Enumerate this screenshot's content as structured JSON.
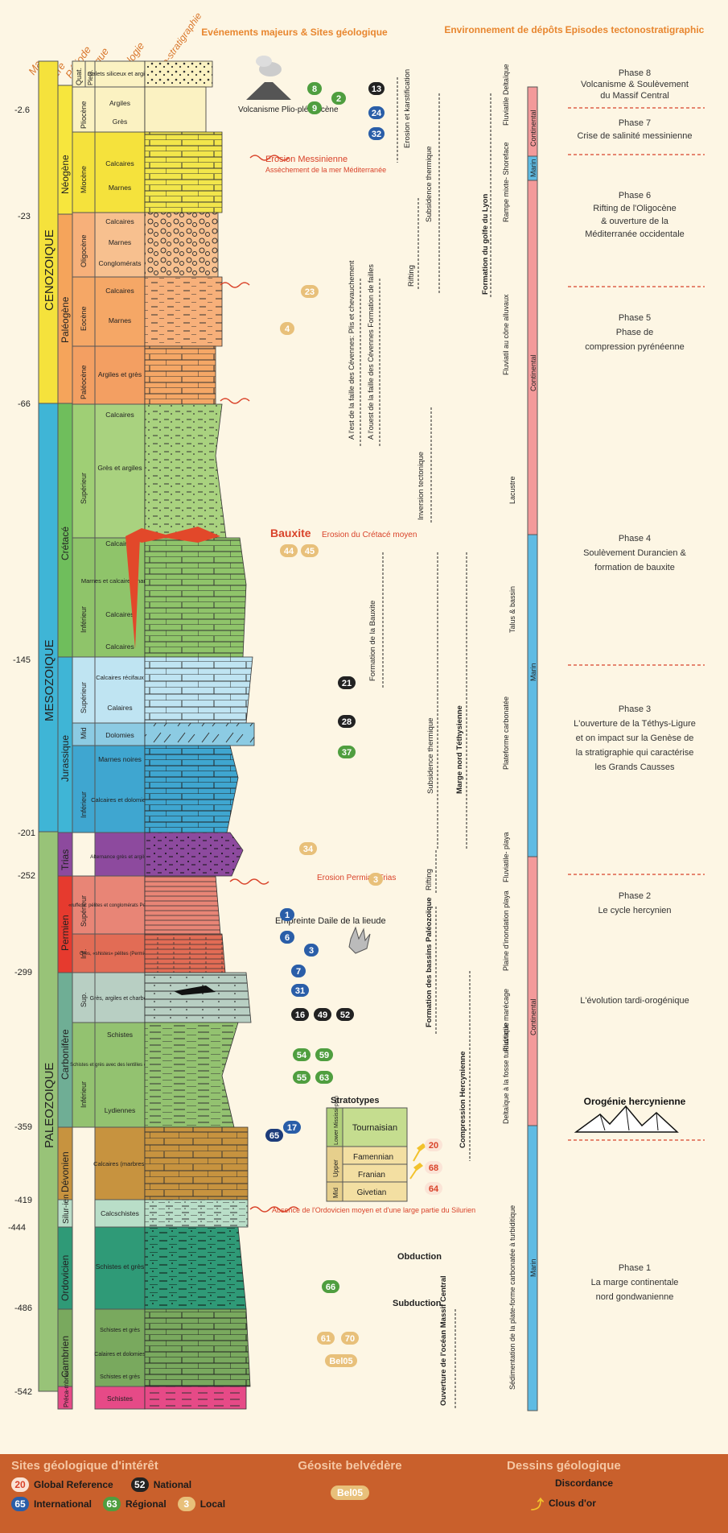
{
  "headers": {
    "ma": "Ma",
    "ere": "Ere",
    "periode": "Période",
    "epoque": "Epoque",
    "lithologie": "Lithologie",
    "litho_strat": "Litho-stratigraphie",
    "events_title": "Evénements majeurs & Sites géologique",
    "environment_title": "Environnement de dépôts",
    "episodes_title": "Episodes tectonostratigraphic"
  },
  "ages": [
    "-2.6",
    "-23",
    "-66",
    "-145",
    "-201",
    "-252",
    "-299",
    "-359",
    "-419",
    "-444",
    "-486",
    "-542"
  ],
  "eras": {
    "cenozoic": "CENOZOIQUE",
    "mesozoic": "MESOZOIQUE",
    "paleozoic": "PALEOZOIQUE"
  },
  "periods": {
    "neogene": "Néogène",
    "paleogene": "Paléogène",
    "cretace": "Crétacé",
    "jurassique": "Jurassique",
    "trias": "Trias",
    "permien": "Permien",
    "carbonifere": "Carbonifère",
    "devonien": "Dévonien",
    "silurien": "Silur-ien",
    "ordovicien": "Ordovicien",
    "cambrien": "Cambrien",
    "precambrien": "Préca-mbrien"
  },
  "epochs": {
    "quat": "Quat.",
    "pleis": "Pleis.",
    "pliocene": "Pliocène",
    "miocene": "Miocène",
    "oligocene": "Oligocène",
    "eocene": "Eocène",
    "paleocene": "Paléocène",
    "superieur": "Supérieur",
    "inferieur": "Inférieur",
    "mid": "Mid",
    "sup": "Sup.",
    "inf": "Inf."
  },
  "lithology": {
    "galets": "Galets siliceux et argiles",
    "argiles": "Argiles",
    "gres": "Grès",
    "calcaires": "Calcaires",
    "marnes": "Marnes",
    "conglomerats": "Conglomérats",
    "argiles_gres": "Argiles et grès",
    "gres_argiles": "Grès et argiles",
    "marnes_calcaires": "Marnes et calcaires marneux",
    "calcaires_recifaux": "Calcaires récifaux",
    "calaires": "Calaires",
    "dolomies": "Dolomies",
    "marnes_noires": "Marnes noires",
    "calcaires_dolomies": "Calcaires et dolomies",
    "alternance": "Alternance grès et argiles",
    "ruffes": "«ruffes»: pélites et conglomérats Permien rouge",
    "gres_shistes": "Grès, «shistes» pélites (Permien gris)",
    "gres_charbon": "Grès, argiles et charbon",
    "schistes": "Schistes",
    "schistes_gres_lentilles": "Schistes et grès avec des lentilles de calcaires",
    "lydiennes": "Lydiennes",
    "calcaires_marbres": "Calcaires (marbres)",
    "calcschistes": "Calcschistes",
    "schistes_gres": "Schistes et grès",
    "calaires_dolomies": "Calaires et dolomies",
    "schistes2": "Schistes"
  },
  "events": {
    "volcanisme": "Volcanisme Plio-pléistocène",
    "erosion_messinienne": "Erosion Messinienne",
    "assechement": "Assèchement de la mer Méditerranée",
    "bauxite": "Bauxite",
    "erosion_cretace": "Erosion du Crétacé moyen",
    "erosion_permien": "Erosion Permian Trias",
    "empreinte": "Empreinte Daile de la lieude",
    "absence": "Absence de l'Ordovicien moyen et d'une large partie du Silurien",
    "obduction": "Obduction",
    "subduction": "Subduction",
    "erosion_karst": "Erosion et karstification",
    "subsidence_lyon": "Subsidence thermique",
    "formation_lyon": "Formation du golfe du Lyon",
    "rifting_ol": "Rifting",
    "faille_est": "A l'est de la faille des Cévennes: Plis et chevauchement",
    "faille_ouest": "A l'ouest de la faille des Cévennes Formation de failles",
    "inversion": "Inversion tectonique",
    "formation_bauxite": "Formation de la Bauxite",
    "subsidence_meso": "Subsidence thermique",
    "marge": "Marge nord Téthysienne",
    "rifting_trias": "Rifting",
    "formation_bassins": "Formation des bassins Paléozoïque",
    "compression": "Compression Hercynienne",
    "ouverture": "Ouverture de l'océan Massif Central"
  },
  "stratotypes": {
    "title": "Stratotypes",
    "lower_miss": "Lower Mississi-pian",
    "upper": "Upper",
    "mid": "Mid",
    "tournaisian": "Tournaisian",
    "famennian": "Famennian",
    "franian": "Franian",
    "givetian": "Givetian"
  },
  "sites": {
    "green": [
      "8",
      "2",
      "9",
      "21",
      "28",
      "37",
      "54",
      "59",
      "55",
      "63",
      "66"
    ],
    "black": [
      "13",
      "16",
      "49",
      "52"
    ],
    "blue": [
      "24",
      "32",
      "1",
      "6",
      "3",
      "7",
      "31",
      "17",
      "65"
    ],
    "tan": [
      "23",
      "4",
      "44",
      "45",
      "34",
      "3",
      "61",
      "70"
    ],
    "red": [
      "20",
      "68",
      "64"
    ],
    "belvedere": "Bel05"
  },
  "environment": {
    "fluviatile_deltaique": "Fluviatile Deltaïque",
    "continental": "Continental",
    "marin": "Marin",
    "rampe": "Rampe mixte- Shoreface",
    "fluviatile_cone": "Fluviatil au cône alluvaux",
    "lacustre": "Lacustre",
    "talus": "Talus & bassin",
    "plateforme": "Plateforme carbonatée",
    "fluviatile_playa": "Fluviatile- playa",
    "plaine": "Plaine d'inondation playa",
    "fluviatile_marecage": "Fluviatile marécage",
    "deltaique": "Deltaïque à la fosse turbiditique",
    "sedimentation": "Sédimentation de la plate-forme carbonatée à turbiditique"
  },
  "phases": {
    "p8a": "Phase 8",
    "p8b": "Volcanisme & Soulèvement",
    "p8c": "du Massif Central",
    "p7a": "Phase 7",
    "p7b": "Crise de salinité messinienne",
    "p6a": "Phase 6",
    "p6b": "Rifting de l'Oligocène",
    "p6c": "& ouverture de la",
    "p6d": "Méditerranée occidentale",
    "p5a": "Phase 5",
    "p5b": "Phase de",
    "p5c": "compression pyrénéenne",
    "p4a": "Phase 4",
    "p4b": "Soulèvement Durancien &",
    "p4c": "formation de bauxite",
    "p3a": "Phase 3",
    "p3b": "L'ouverture de la Téthys-Ligure",
    "p3c": "et on impact sur la Genèse de",
    "p3d": "la stratigraphie qui caractérise",
    "p3e": "les Grands Causses",
    "p2a": "Phase 2",
    "p2b": "Le cycle hercynien",
    "tardi": "L'évolution tardi-orogénique",
    "orogenie": "Orogénie hercynienne",
    "p1a": "Phase 1",
    "p1b": "La marge continentale",
    "p1c": "nord gondwanienne"
  },
  "legend": {
    "sites_title": "Sites géologique d'intérêt",
    "global_num": "20",
    "global": "Global Reference",
    "national_num": "52",
    "national": "National",
    "intl_num": "65",
    "international": "International",
    "regional_num": "63",
    "regional": "Régional",
    "local_num": "3",
    "local": "Local",
    "belvedere_title": "Géosite belvédère",
    "belvedere_code": "Bel05",
    "dessins_title": "Dessins géologique",
    "discordance": "Discordance",
    "clous": "Clous d'or"
  },
  "colors": {
    "cenozoic": "#f5e23c",
    "mesozoic": "#3fb5d6",
    "paleozoic": "#98c378",
    "accent": "#d9432a"
  }
}
